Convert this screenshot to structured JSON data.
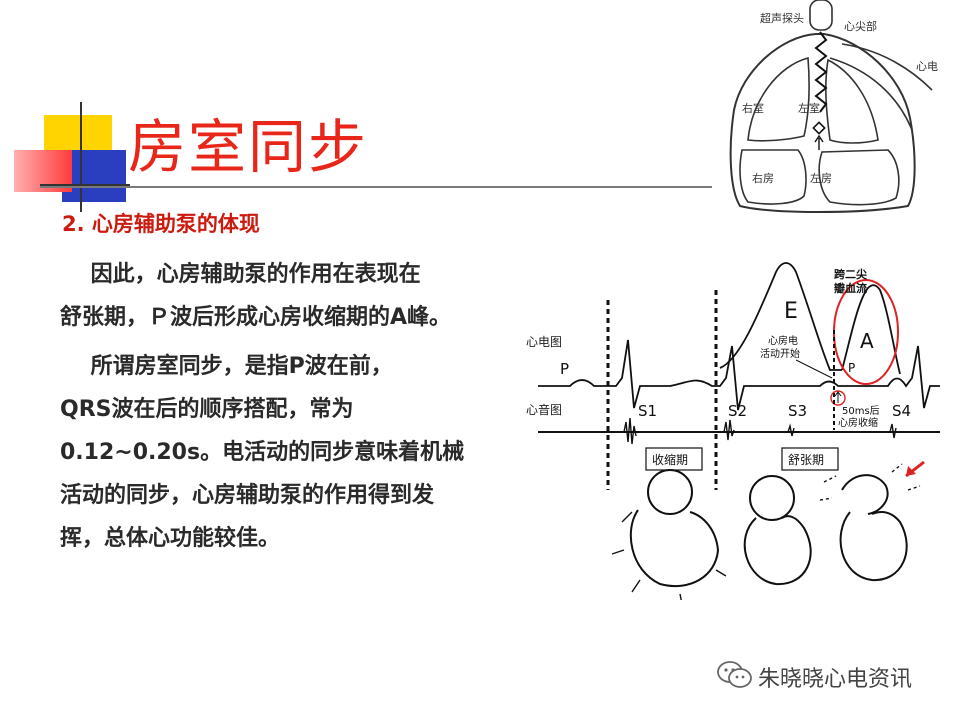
{
  "slide": {
    "title": "房室同步",
    "subtitle": "2. 心房辅助泵的体现",
    "paragraph1": [
      "    因此，心房辅助泵的作用在表现在",
      "舒张期，Ｐ波后形成心房收缩期的A峰。"
    ],
    "paragraph2": [
      "    所谓房室同步，是指P波在前，",
      "QRS波在后的顺序搭配，常为",
      "0.12~0.20s。电活动的同步意味着机械",
      "活动的同步，心房辅助泵的作用得到发",
      "挥，总体心功能较佳。"
    ]
  },
  "heart_diagram": {
    "labels": [
      "超声探头",
      "心尖部",
      "心电",
      "右室",
      "左室",
      "右房",
      "左房"
    ]
  },
  "ecg_figure": {
    "row_labels": [
      "心电图",
      "心音图"
    ],
    "wave_labels": [
      "P",
      "E",
      "A",
      "P"
    ],
    "sound_labels": [
      "S1",
      "S2",
      "S3",
      "S4"
    ],
    "annotations": [
      "跨二尖",
      "瓣血流",
      "心房电",
      "活动开始",
      "50ms后",
      "心房收缩"
    ],
    "phase_labels": [
      "收缩期",
      "舒张期"
    ]
  },
  "watermark": {
    "text": "朱晓晓心电资讯"
  },
  "colors": {
    "title": "#e8271a",
    "subtitle": "#cc1a0f",
    "deco_yellow": "#ffd400",
    "deco_blue": "#2a3ec0",
    "deco_red": "#ff3b3b"
  }
}
